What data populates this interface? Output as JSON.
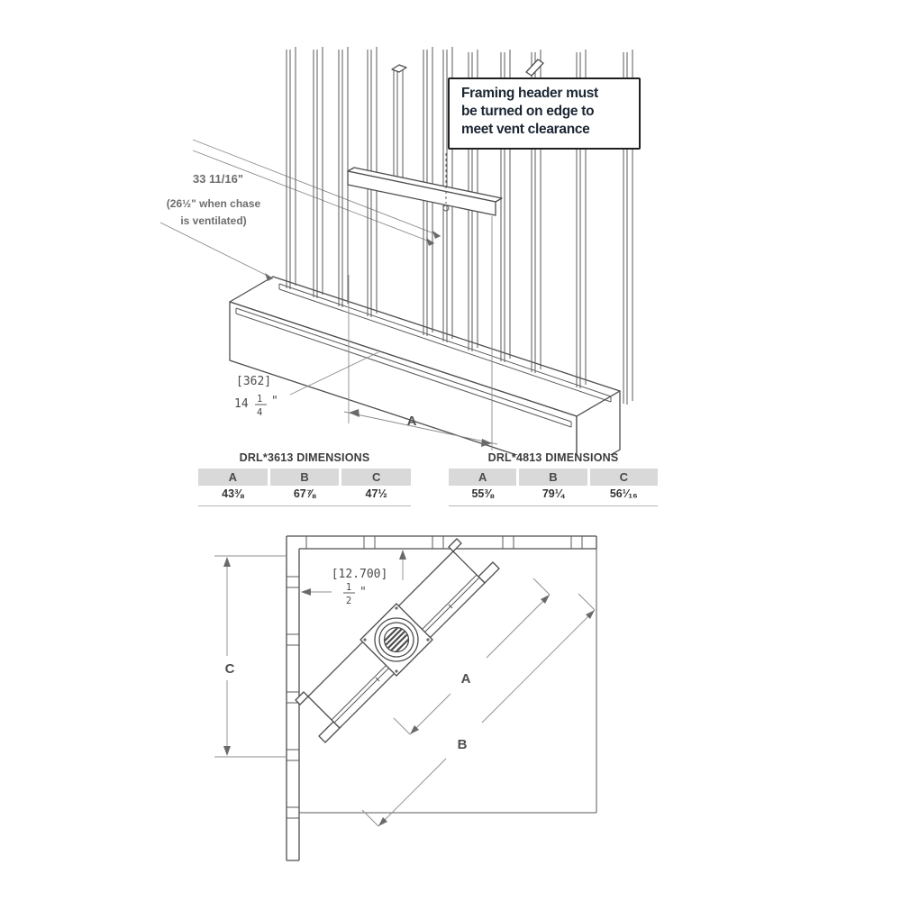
{
  "figure": {
    "callout": {
      "line1": "Framing header must",
      "line2": "be turned on edge to",
      "line3": "meet vent clearance"
    },
    "upper": {
      "height_dim_line1": "33 11/16\"",
      "height_dim_line2": "(26½\" when chase",
      "height_dim_line3": "is ventilated)",
      "base_dim_metric": "[362]",
      "base_dim_whole": "14",
      "base_dim_numerator": "1",
      "base_dim_denominator": "4",
      "base_dim_unit": "\"",
      "width_label": "A"
    },
    "tables": [
      {
        "title": "DRL*3613 DIMENSIONS",
        "columns": [
          "A",
          "B",
          "C"
        ],
        "values": [
          "43⅜",
          "67⅞",
          "47½"
        ]
      },
      {
        "title": "DRL*4813 DIMENSIONS",
        "columns": [
          "A",
          "B",
          "C"
        ],
        "values": [
          "55⅜",
          "79¼",
          "56¹⁄₁₆"
        ]
      }
    ],
    "lower": {
      "gap_dim_metric": "[12.700]",
      "gap_dim_numerator": "1",
      "gap_dim_denominator": "2",
      "gap_dim_unit": "\"",
      "label_a": "A",
      "label_b": "B",
      "label_c": "C"
    },
    "colors": {
      "line": "#4d4d4d",
      "dim_line": "#8c8c8c",
      "dim_text": "#6e6e6e",
      "cad_text": "#4a4a4a",
      "callout_text": "#1b2633",
      "callout_border": "#1f1f1f",
      "table_header_bg": "#d9d9d9",
      "table_title": "#3d3d3d",
      "table_value": "#333333"
    }
  }
}
